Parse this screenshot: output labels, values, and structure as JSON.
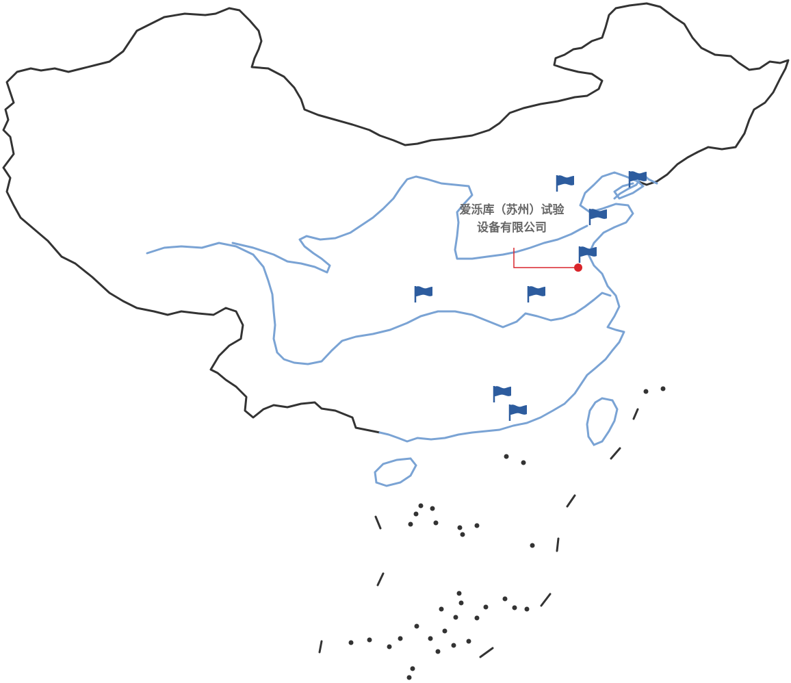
{
  "map": {
    "company": {
      "name_line1": "爱泺库（苏州）试验",
      "name_line2": "设备有限公司"
    },
    "colors": {
      "border": "#333333",
      "river": "#7aa3d4",
      "flag": "#2d5c9e",
      "marker": "#d9252b",
      "leader_line": "#d9252b",
      "label": "#666666"
    },
    "flags": [
      {
        "icon": "flag-icon",
        "location": "north-1"
      },
      {
        "icon": "flag-icon",
        "location": "northeast-coast"
      },
      {
        "icon": "flag-icon",
        "location": "shandong"
      },
      {
        "icon": "flag-icon",
        "location": "jiangsu"
      },
      {
        "icon": "flag-icon",
        "location": "central-west"
      },
      {
        "icon": "flag-icon",
        "location": "central-east"
      },
      {
        "icon": "flag-icon",
        "location": "south-1"
      },
      {
        "icon": "flag-icon",
        "location": "south-2"
      }
    ]
  }
}
